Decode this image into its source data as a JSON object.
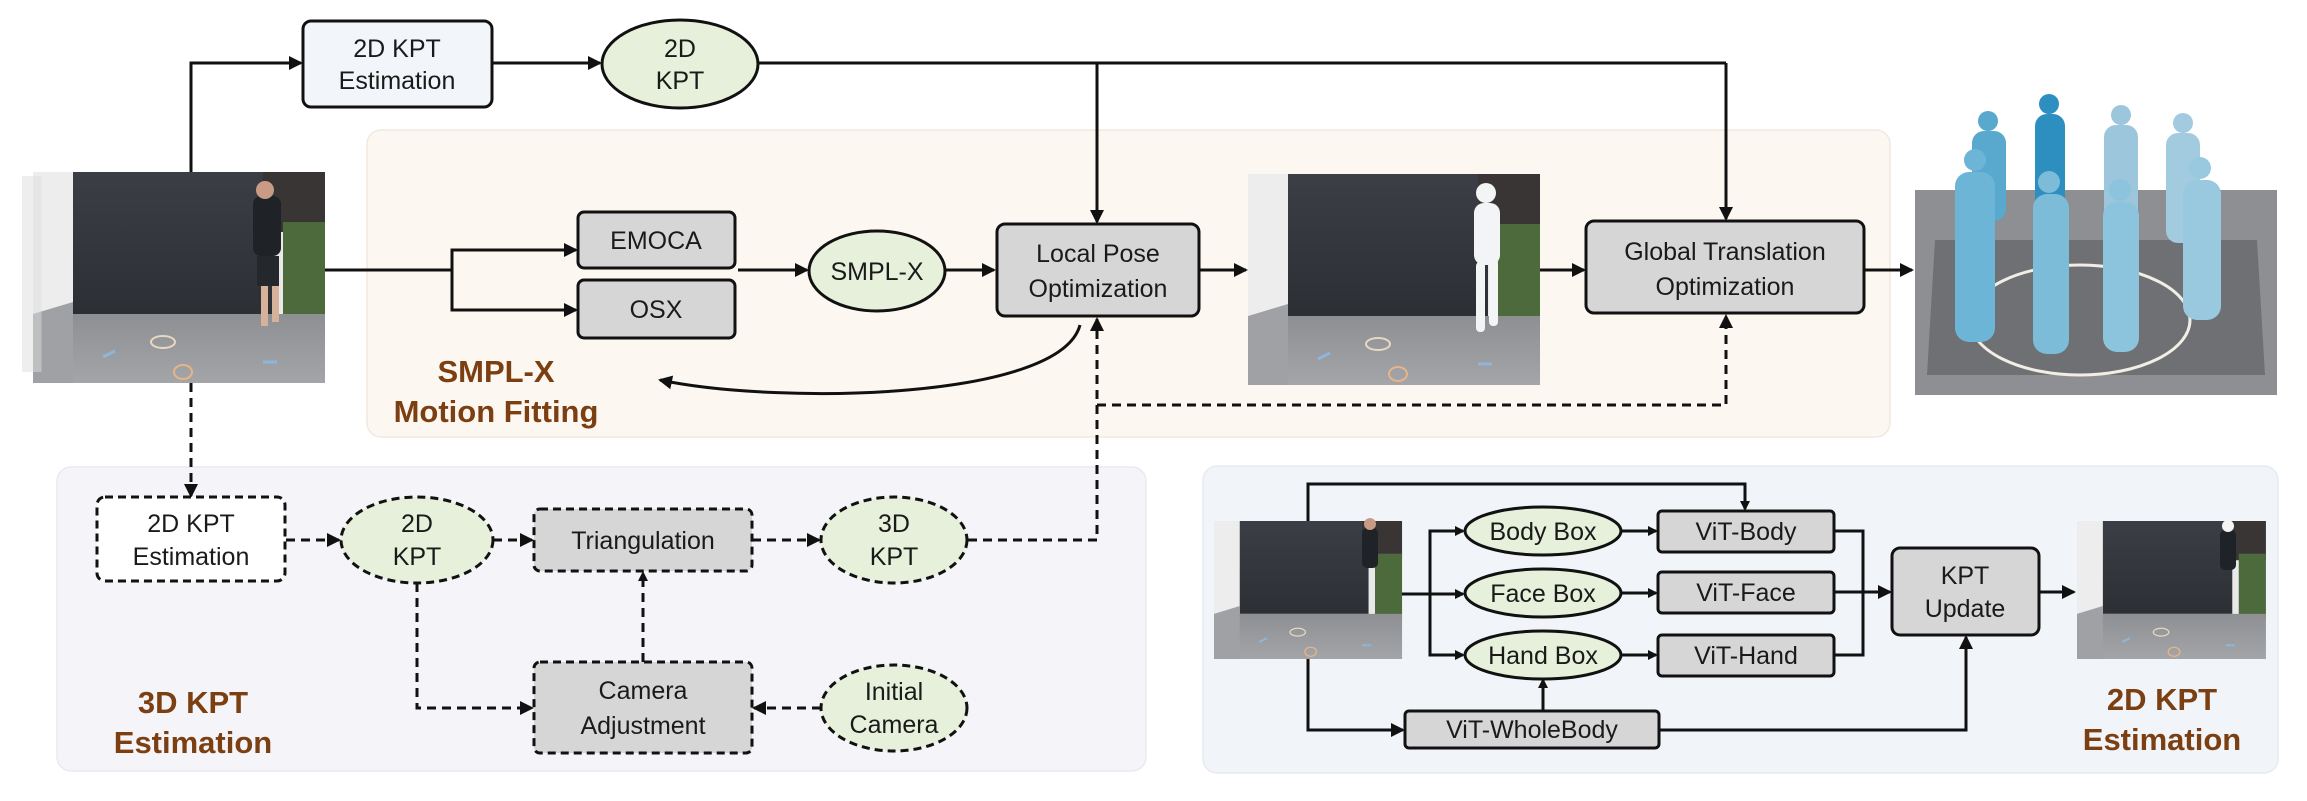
{
  "colors": {
    "panel_smplx": "#fdf7f1",
    "panel_3dkpt": "#f5f4f8",
    "panel_2dkpt": "#f1f4f9",
    "process_fill": "#d6d6d6",
    "input_box_fill": "#f2f6fb",
    "data_ellipse_fill": "#e6f0da",
    "title_color": "#7b3f12",
    "stroke": "#111111"
  },
  "top_row": {
    "kpt_estimation": [
      "2D KPT",
      "Estimation"
    ],
    "kpt_output": [
      "2D",
      "KPT"
    ]
  },
  "smplx_panel": {
    "title": [
      "SMPL-X",
      "Motion Fitting"
    ],
    "emoca": "EMOCA",
    "osx": "OSX",
    "smplx": "SMPL-X",
    "local_pose": [
      "Local Pose",
      "Optimization"
    ],
    "global_translation": [
      "Global Translation",
      "Optimization"
    ]
  },
  "kpt3d_panel": {
    "title": [
      "3D KPT",
      "Estimation"
    ],
    "kpt_estimation": [
      "2D KPT",
      "Estimation"
    ],
    "kpt2d": [
      "2D",
      "KPT"
    ],
    "triangulation": "Triangulation",
    "kpt3d": [
      "3D",
      "KPT"
    ],
    "camera_adjustment": [
      "Camera",
      "Adjustment"
    ],
    "initial_camera": [
      "Initial",
      "Camera"
    ]
  },
  "kpt2d_panel": {
    "title": [
      "2D KPT",
      "Estimation"
    ],
    "body_box": "Body Box",
    "face_box": "Face Box",
    "hand_box": "Hand Box",
    "vit_body": "ViT-Body",
    "vit_face": "ViT-Face",
    "vit_hand": "ViT-Hand",
    "vit_wholebody": "ViT-WholeBody",
    "kpt_update": [
      "KPT",
      "Update"
    ]
  },
  "images": {
    "input_frames": "input-video-frames",
    "fitted_frames": "smplx-fitted-frames",
    "global_render": "multi-frame-3d-mesh-render",
    "kpt_input_frame": "kpt-input-frame",
    "kpt_output_frame": "kpt-output-frame"
  }
}
